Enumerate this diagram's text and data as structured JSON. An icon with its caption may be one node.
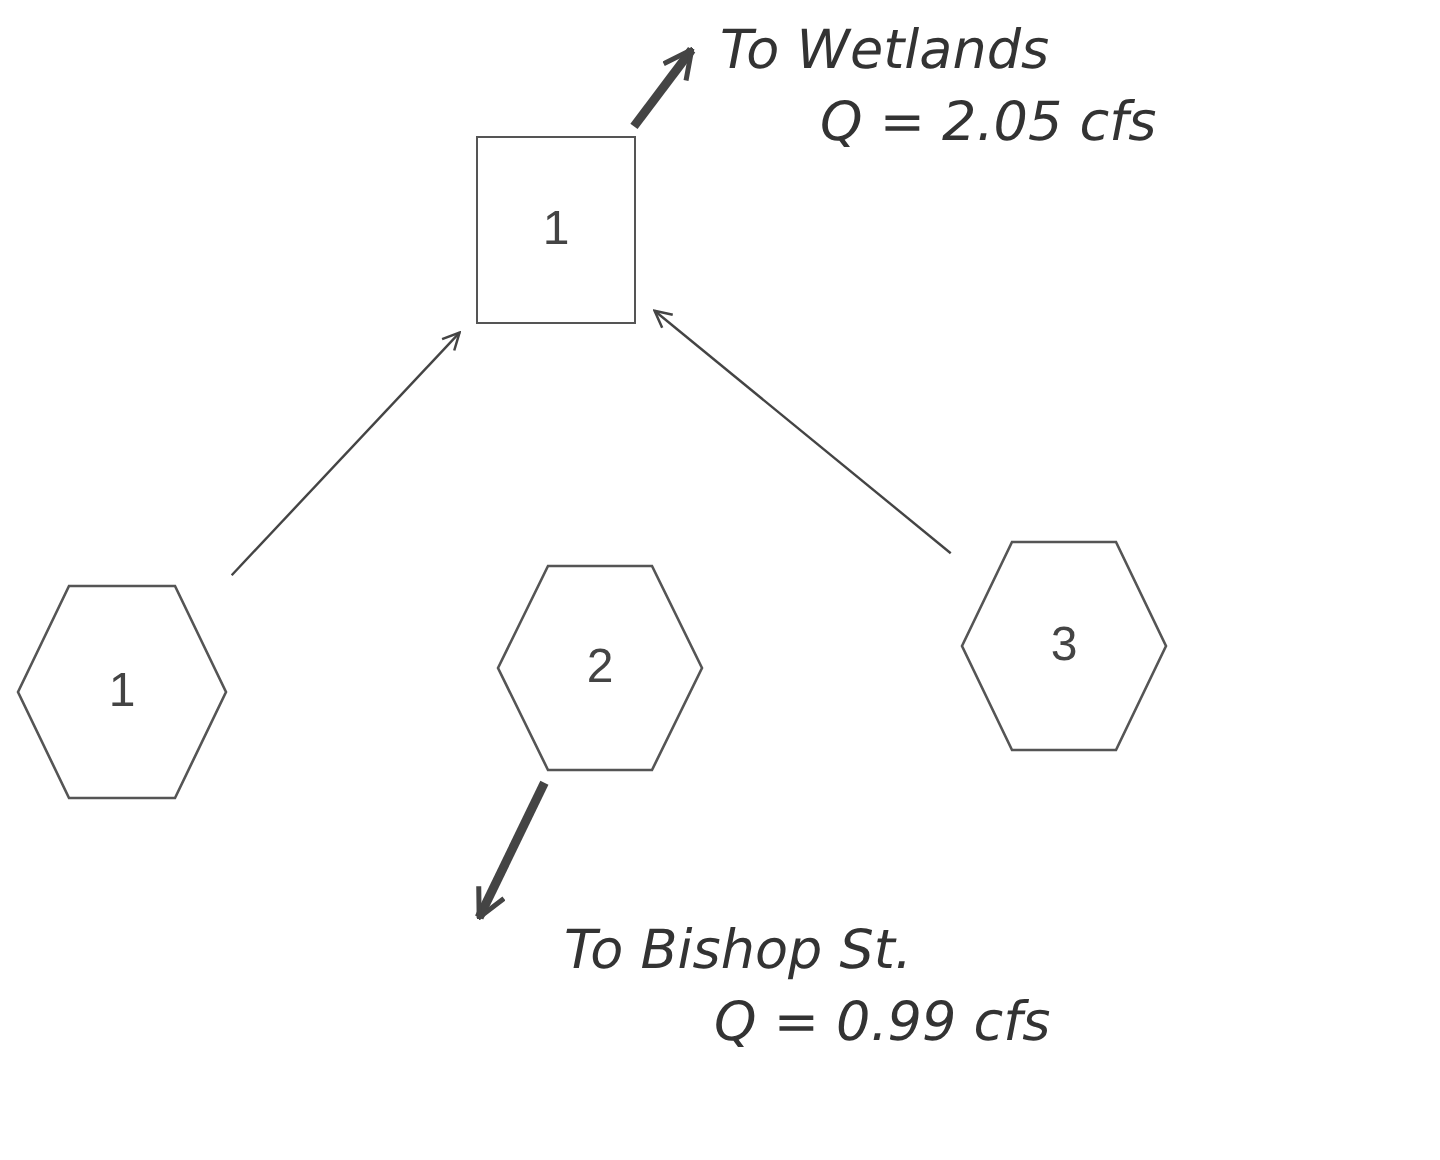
{
  "diagram": {
    "nodes": [
      {
        "text": [
          "1"
        ]
      },
      {
        "text": [
          "1"
        ]
      },
      {
        "text": [
          "2"
        ]
      },
      {
        "text": [
          "3"
        ]
      },
      {
        "text": [
          "To Wetlands",
          "Q = 2.05 cfs"
        ]
      },
      {
        "text": [
          "To Bishop St.",
          "Q = 0.99 cfs"
        ]
      }
    ],
    "edges": [
      {
        "from": 1,
        "to": 0,
        "arrow": "to"
      },
      {
        "from": 3,
        "to": 0,
        "arrow": "to"
      },
      {
        "from": 0,
        "to": 4,
        "arrow": "to",
        "style": "thick"
      },
      {
        "from": 2,
        "to": 5,
        "arrow": "to",
        "style": "thick"
      }
    ]
  }
}
